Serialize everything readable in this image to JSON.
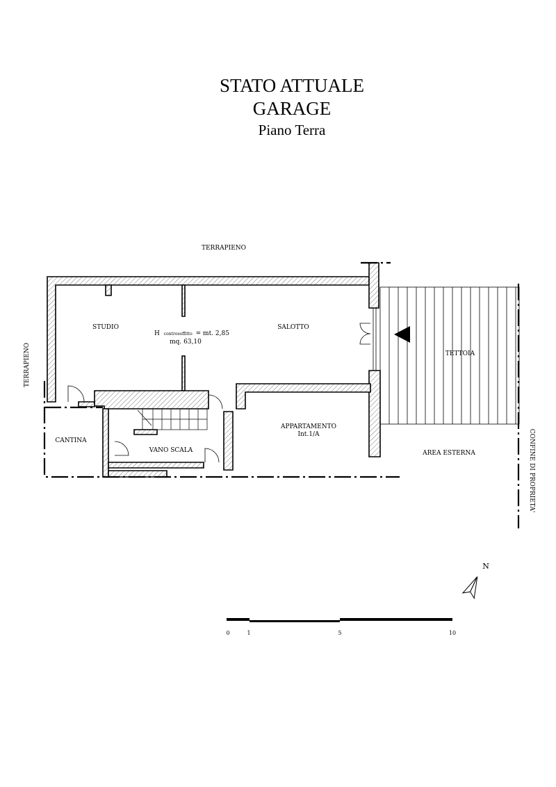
{
  "title": {
    "line1": "STATO ATTUALE",
    "line2": "GARAGE",
    "line3": "Piano Terra"
  },
  "labels": {
    "terrapieno_top": "TERRAPIENO",
    "terrapieno_left": "TERRAPIENO",
    "studio": "STUDIO",
    "salotto": "SALOTTO",
    "tettoia": "TETTOIA",
    "cantina": "CANTINA",
    "vano_scala": "VANO SCALA",
    "appartamento": "APPARTAMENTO",
    "appartamento_int": "Int.1/A",
    "area_esterna": "AREA ESTERNA",
    "confine": "CONFINE DI PROPRIETA'"
  },
  "room_info": {
    "h_prefix": "H",
    "h_sub": "controsoffitto",
    "h_value": "= mt. 2,85",
    "area": "mq. 63,10"
  },
  "north_label": "N",
  "scale_bar": {
    "ticks": [
      "0",
      "1",
      "5",
      "10"
    ]
  },
  "colors": {
    "ink": "#000000",
    "paper": "#ffffff"
  }
}
